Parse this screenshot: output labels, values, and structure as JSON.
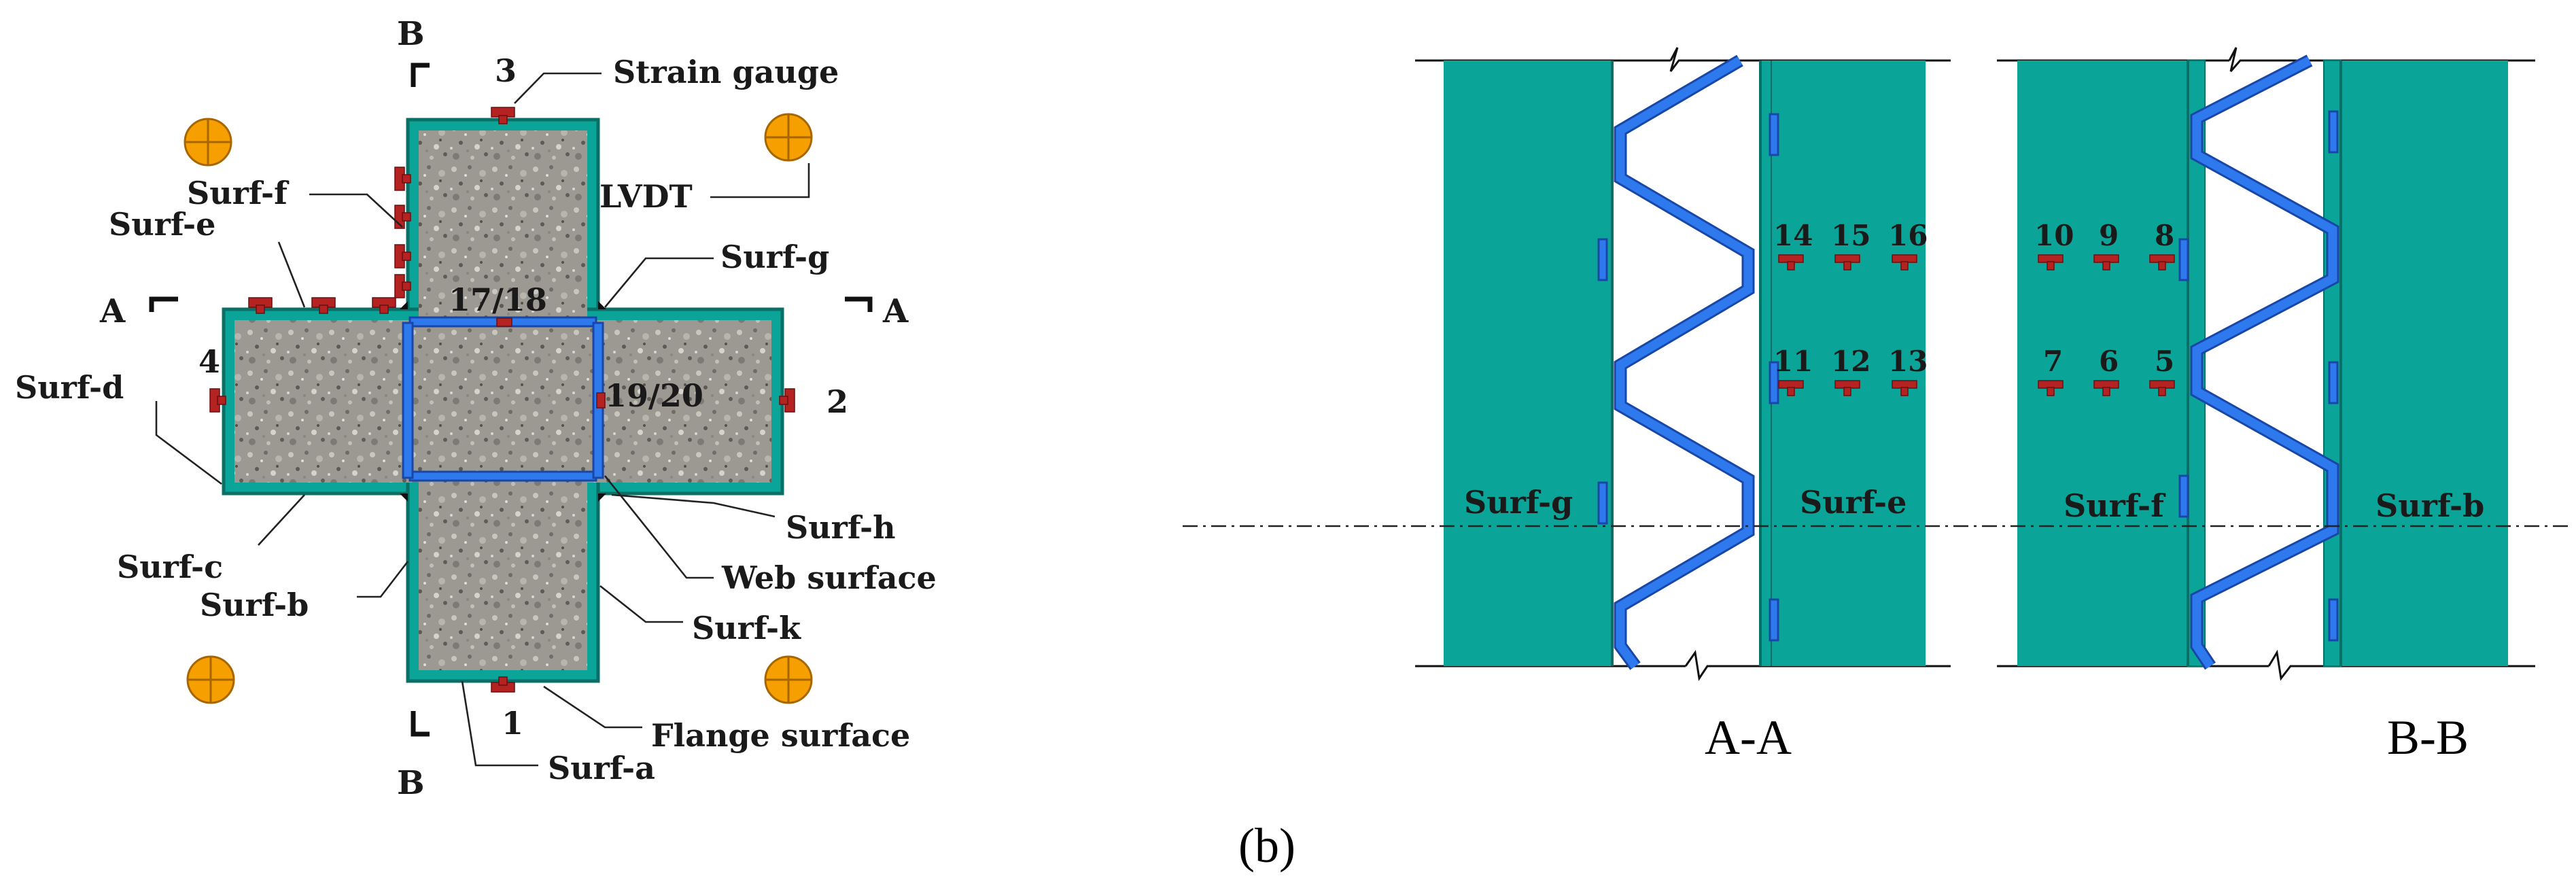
{
  "colors": {
    "teal": "#0aa598",
    "teal_dark": "#0a6f66",
    "web_blue": "#2f79ef",
    "web_blue_dark": "#1847a8",
    "gauge_red": "#b52222",
    "lvdt_orange": "#f5a000"
  },
  "icons": {
    "lvdt": "lvdt-target-icon",
    "strain_gauge": "strain-gauge-icon",
    "section_mark": "section-cut-mark-icon"
  },
  "cross_section": {
    "section_marks": [
      "B",
      "B",
      "A",
      "A"
    ],
    "gauge_numbers": [
      "3",
      "4",
      "2",
      "1"
    ],
    "center_labels": [
      "17/18",
      "19/20"
    ],
    "callouts": {
      "strain_gauge": "Strain gauge",
      "lvdt": "LVDT",
      "surf_f": "Surf-f",
      "surf_e": "Surf-e",
      "surf_g": "Surf-g",
      "surf_d": "Surf-d",
      "surf_c": "Surf-c",
      "surf_h": "Surf-h",
      "web_surface": "Web surface",
      "surf_b": "Surf-b",
      "surf_k": "Surf-k",
      "flange_surface": "Flange surface",
      "surf_a": "Surf-a"
    }
  },
  "section_aa": {
    "caption": "A-A",
    "left_label": "Surf-g",
    "right_label": "Surf-e",
    "gauges_top": [
      "14",
      "15",
      "16"
    ],
    "gauges_bottom": [
      "11",
      "12",
      "13"
    ]
  },
  "section_bb": {
    "caption": "B-B",
    "left_label": "Surf-f",
    "right_label": "Surf-b",
    "gauges_top": [
      "10",
      "9",
      "8"
    ],
    "gauges_bottom": [
      "7",
      "6",
      "5"
    ]
  },
  "subfigure_label": "(b)"
}
